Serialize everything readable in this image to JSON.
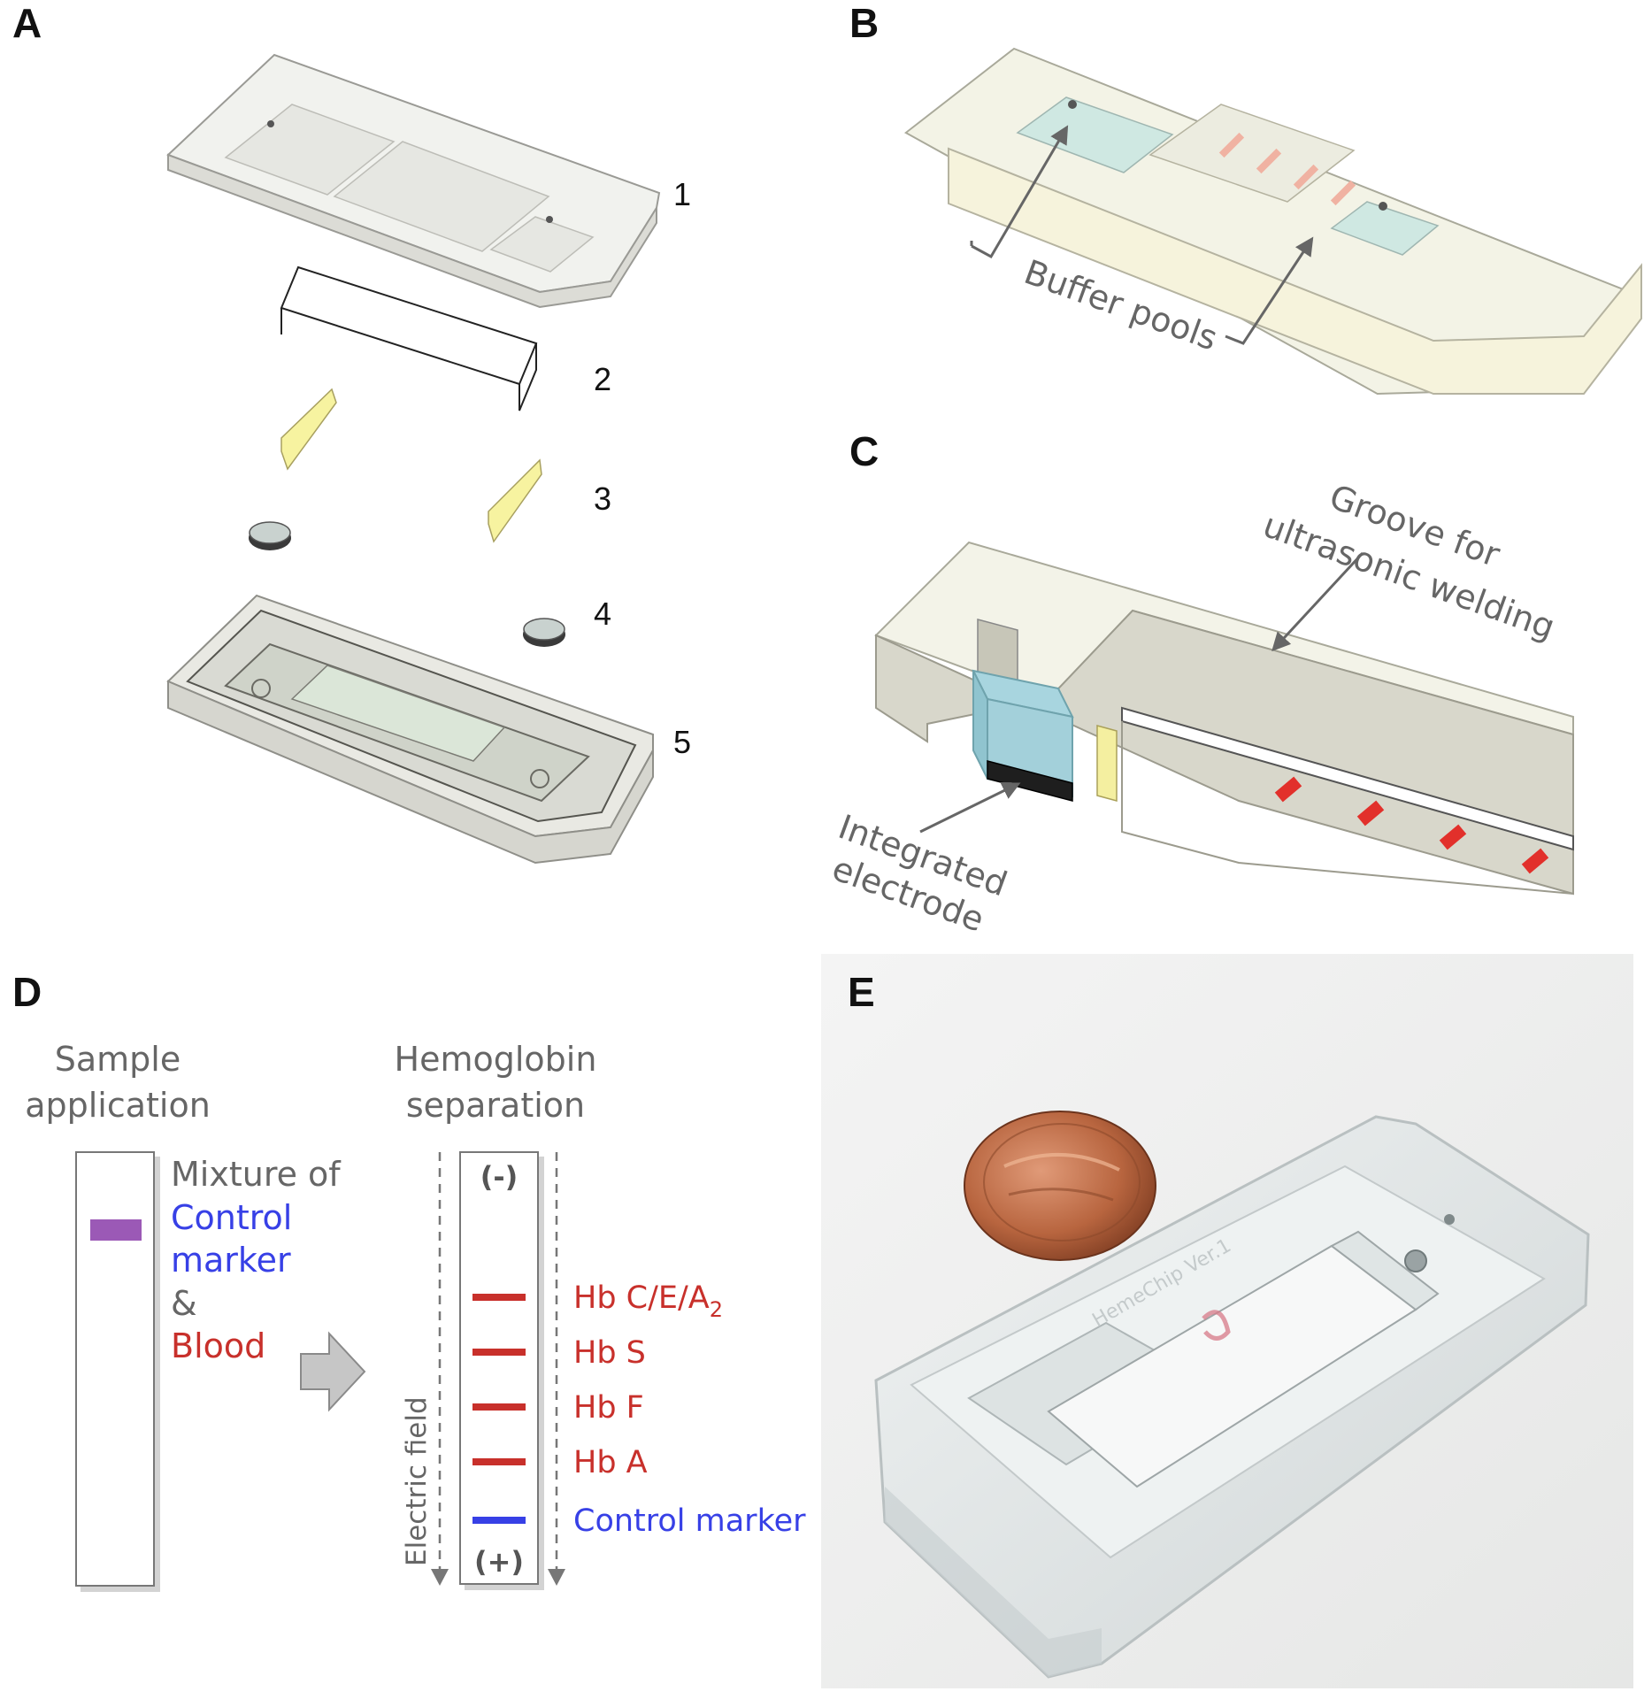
{
  "panels": {
    "a": {
      "letter": "A",
      "numbers": [
        "1",
        "2",
        "3",
        "4",
        "5"
      ]
    },
    "b": {
      "letter": "B",
      "buffer_label": "Buffer pools"
    },
    "c": {
      "letter": "C",
      "groove_line1": "Groove for",
      "groove_line2": "ultrasonic welding",
      "electrode_line1": "Integrated",
      "electrode_line2": "electrode"
    },
    "d": {
      "letter": "D",
      "sample_title_line1": "Sample",
      "sample_title_line2": "application",
      "separation_title_line1": "Hemoglobin",
      "separation_title_line2": "separation",
      "mixture_line1": "Mixture of",
      "mixture_line2": "Control",
      "mixture_line3": "marker",
      "mixture_line4": "&",
      "mixture_line5": "Blood",
      "negative": "(-)",
      "positive": "(+)",
      "field_label": "Electric field",
      "band_hb_ce": "Hb C/E/A",
      "band_hb_ce_sub": "2",
      "band_hb_s": "Hb S",
      "band_hb_f": "Hb F",
      "band_hb_a": "Hb A",
      "band_control": "Control marker",
      "colors": {
        "hemoglobin": "#c8302b",
        "control": "#3740e6",
        "mixture": "#9b59b6"
      }
    },
    "e": {
      "letter": "E",
      "chip_text": "HemeChip Ver.1"
    }
  }
}
